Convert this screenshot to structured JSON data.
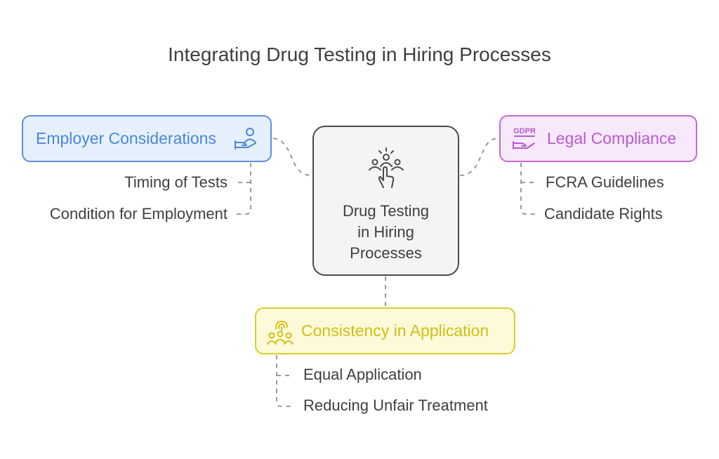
{
  "title": "Integrating Drug Testing in Hiring Processes",
  "center": {
    "label_lines": [
      "Drug Testing",
      "in Hiring",
      "Processes"
    ],
    "icon": "group-hand-pointer-icon"
  },
  "branches": {
    "employer": {
      "label": "Employer Considerations",
      "icon": "hand-holding-person-icon",
      "items": [
        "Timing of Tests",
        "Condition for Employment"
      ]
    },
    "legal": {
      "label": "Legal Compliance",
      "icon": "gdpr-hand-icon",
      "icon_text": "GDPR",
      "items": [
        "FCRA Guidelines",
        "Candidate Rights"
      ]
    },
    "consistency": {
      "label": "Consistency in Application",
      "icon": "group-fingerprint-icon",
      "items": [
        "Equal Application",
        "Reducing Unfair Treatment"
      ]
    }
  },
  "colors": {
    "employer": "#4a86d8",
    "legal": "#b65bcd",
    "consistency": "#cfc015",
    "center_border": "#4a4a4a",
    "connector": "#9a9a9a"
  }
}
